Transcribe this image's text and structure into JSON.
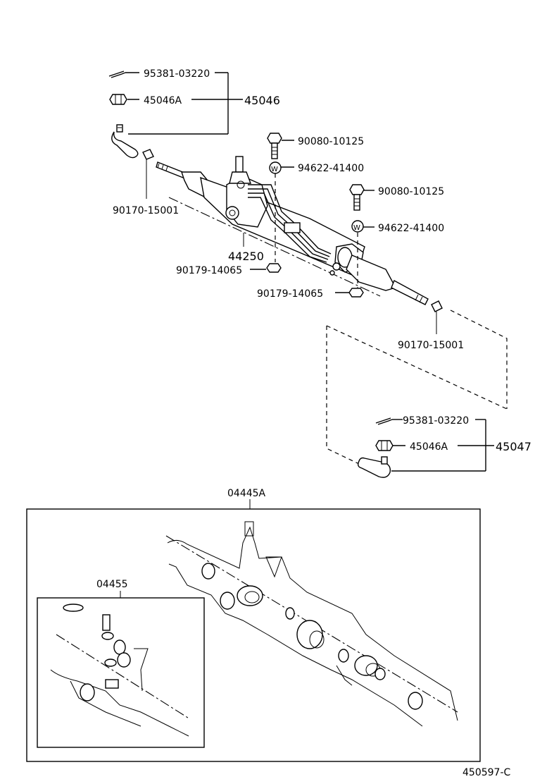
{
  "labels": {
    "tie_rod_end_pin_upper": "95381-03220",
    "tie_rod_end_nut_upper": "45046A",
    "tie_rod_end_upper": "45046",
    "bolt_a": "90080-10125",
    "washer_a": "94622-41400",
    "bolt_b": "90080-10125",
    "washer_b": "94622-41400",
    "rack_boot_clip_left": "90170-15001",
    "gear_assembly": "44250",
    "nut_left": "90179-14065",
    "nut_right": "90179-14065",
    "rack_boot_clip_right": "90170-15001",
    "tie_rod_end_pin_lower": "95381-03220",
    "tie_rod_end_nut_lower": "45046A",
    "tie_rod_end_lower": "45047",
    "gasket_kit": "04445A",
    "gasket_kit_sub": "04455",
    "figure_code": "450597-C"
  },
  "washer_mark": "W"
}
